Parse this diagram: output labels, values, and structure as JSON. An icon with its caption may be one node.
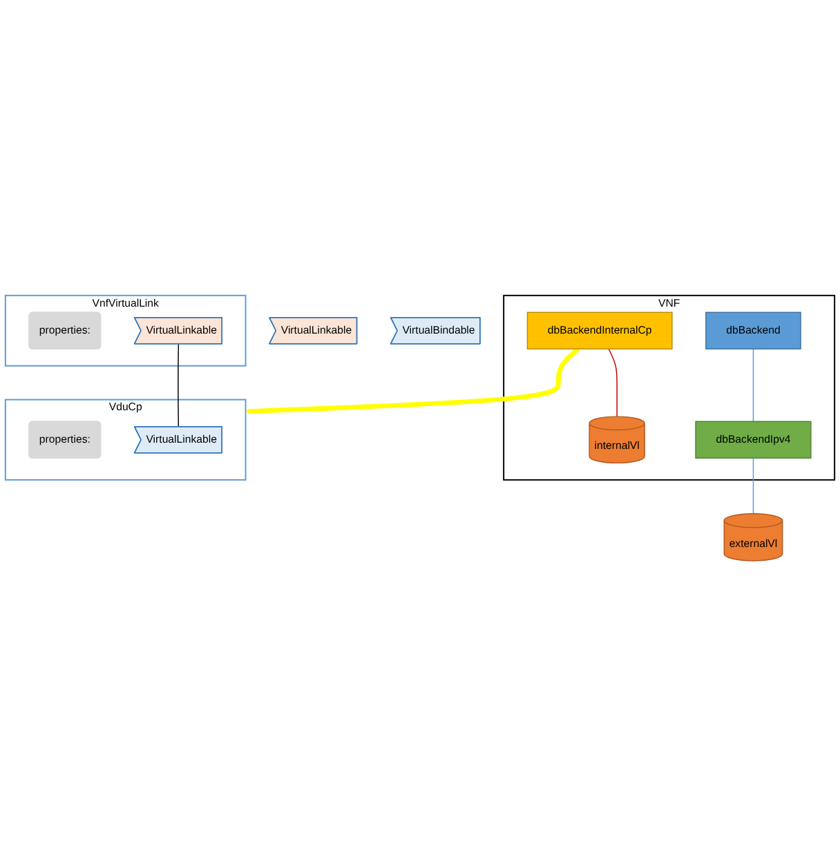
{
  "diagram": {
    "nodes": [
      {
        "text": [
          "VNF"
        ]
      },
      {
        "text": [
          "dbBackend"
        ],
        "in": 0
      },
      {
        "text": [
          "dbBackendInternalCp"
        ],
        "in": 0
      },
      {
        "text": [
          "internalVl"
        ],
        "in": 0
      },
      {
        "text": [
          "dbBackendIpv4"
        ],
        "in": 0
      },
      {
        "text": [
          "externalVl"
        ]
      },
      {
        "text": [
          "VnfVirtualLink"
        ]
      },
      {
        "text": [
          "properties:"
        ],
        "in": 6
      },
      {
        "text": [
          "VirtualLinkable"
        ],
        "in": 6
      },
      {
        "text": [
          "VirtualLinkable"
        ]
      },
      {
        "text": [
          "VduCp"
        ]
      },
      {
        "text": [
          "properties:"
        ],
        "in": 10
      },
      {
        "text": [
          "VirtualLinkable"
        ],
        "in": 10
      },
      {
        "text": [
          "VirtualBindable"
        ]
      }
    ],
    "edges": [
      {
        "from": 2,
        "to": 3,
        "arrow": "none",
        "color": "#c00000"
      },
      {
        "from": 1,
        "to": 4,
        "arrow": "none"
      },
      {
        "from": 4,
        "to": 5,
        "arrow": "none"
      },
      {
        "from": 2,
        "to": 10,
        "arrow": "to",
        "style": "thick",
        "color": "#ffff00"
      },
      {
        "from": 8,
        "to": 12,
        "arrow": "none",
        "color": "#000000"
      }
    ]
  }
}
